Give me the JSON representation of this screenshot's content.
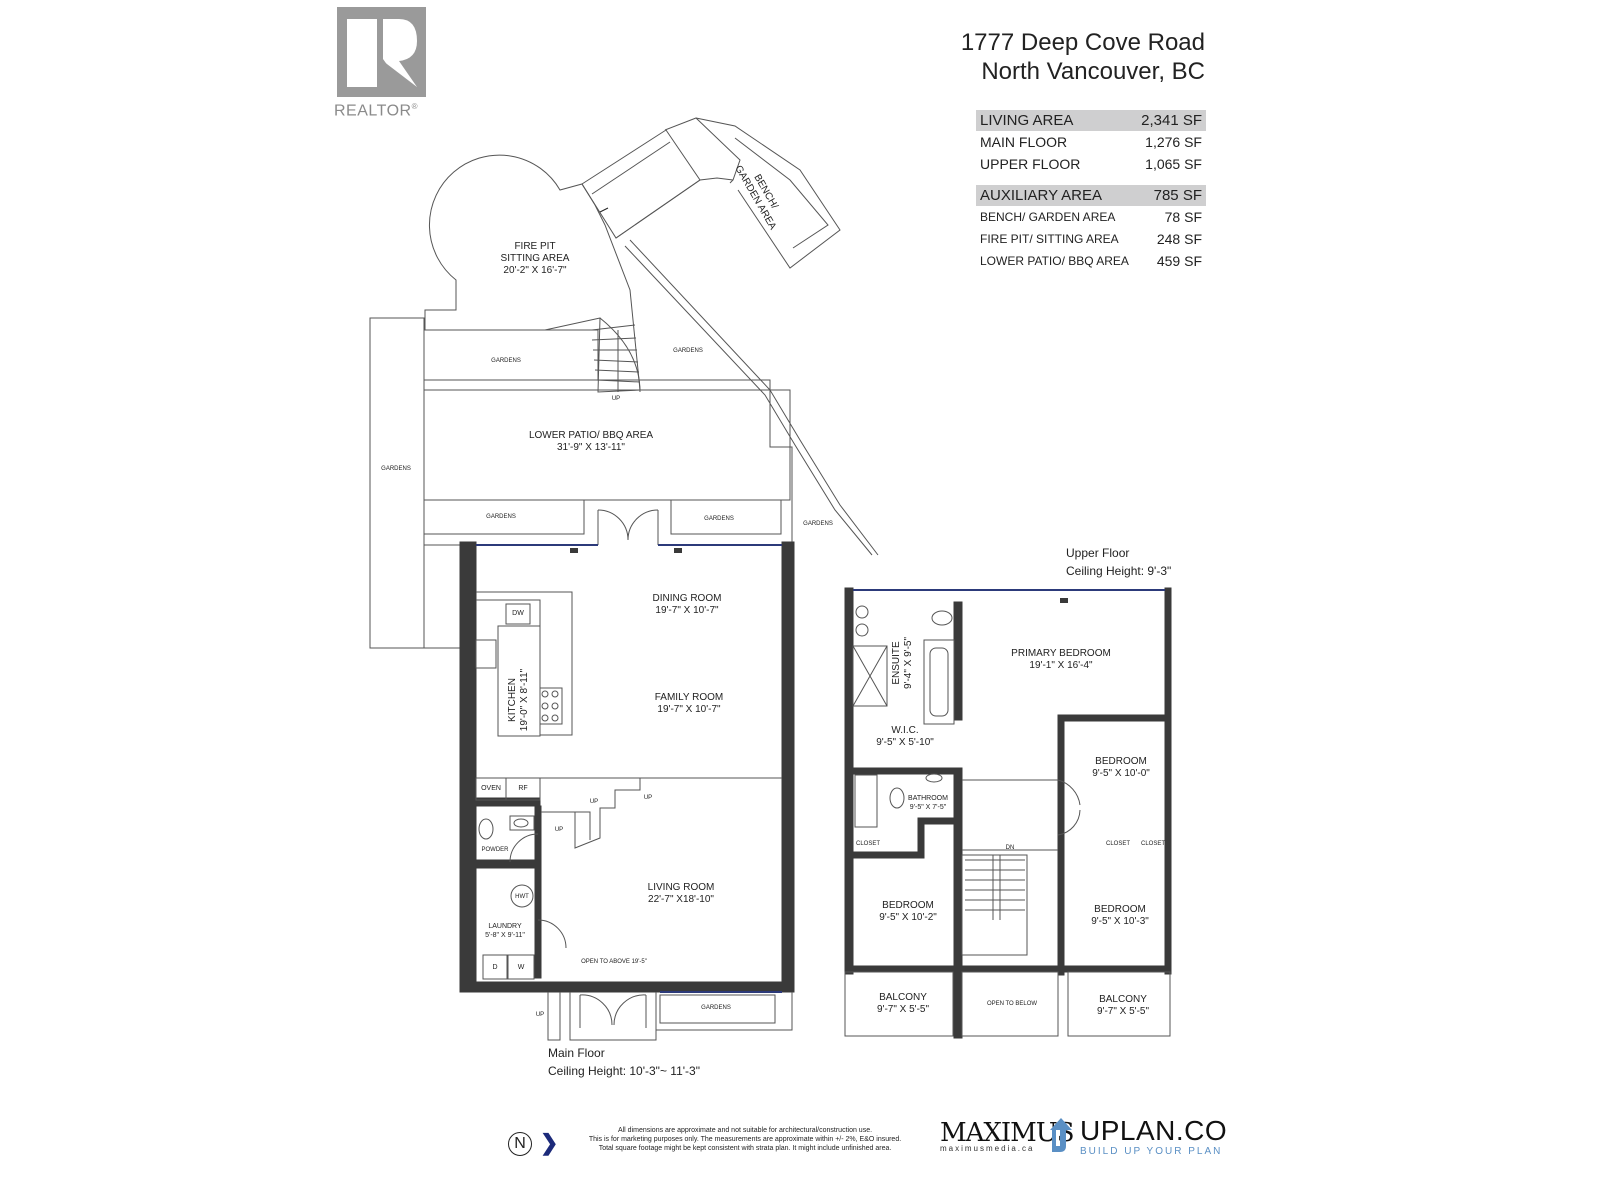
{
  "header": {
    "address_line1": "1777 Deep Cove Road",
    "address_line2": "North Vancouver, BC",
    "logo": {
      "icon": "realtor-r-icon",
      "text": "REALTOR",
      "mark": "®"
    }
  },
  "area_summary": {
    "living": {
      "label": "LIVING AREA",
      "value": "2,341 SF",
      "rows": [
        {
          "label": "MAIN FLOOR",
          "value": "1,276 SF"
        },
        {
          "label": "UPPER FLOOR",
          "value": "1,065 SF"
        }
      ]
    },
    "auxiliary": {
      "label": "AUXILIARY AREA",
      "value": "785 SF",
      "rows": [
        {
          "label": "BENCH/ GARDEN AREA",
          "value": "78 SF"
        },
        {
          "label": "FIRE PIT/ SITTING AREA",
          "value": "248 SF"
        },
        {
          "label": "LOWER PATIO/ BBQ AREA",
          "value": "459 SF"
        }
      ]
    }
  },
  "exterior": {
    "fire_pit": {
      "name": "FIRE PIT",
      "name2": "SITTING AREA",
      "dim": "20'-2\" X 16'-7\""
    },
    "bench": {
      "name": "BENCH/",
      "name2": "GARDEN AREA"
    },
    "lower_patio": {
      "name": "LOWER PATIO/ BBQ AREA",
      "dim": "31'-9\" X 13'-11\""
    },
    "gardens_label": "GARDENS",
    "up_label": "UP"
  },
  "main_floor": {
    "title": "Main Floor",
    "ceiling": "Ceiling Height: 10'-3\"~ 11'-3\"",
    "rooms": {
      "dining": {
        "name": "DINING ROOM",
        "dim": "19'-7\" X 10'-7\""
      },
      "family": {
        "name": "FAMILY ROOM",
        "dim": "19'-7\" X 10'-7\""
      },
      "kitchen": {
        "name": "KITCHEN",
        "dim": "19'-0\" X 8'-11\""
      },
      "living": {
        "name": "LIVING ROOM",
        "dim": "22'-7\" X18'-10\""
      },
      "laundry": {
        "name": "LAUNDRY",
        "dim": "5'-8\" X 9'-11\""
      },
      "powder": {
        "name": "POWDER"
      }
    },
    "fixtures": {
      "dw": "DW",
      "oven": "OVEN",
      "rf": "RF",
      "hwt": "HWT",
      "dryer": "D",
      "washer": "W"
    },
    "open_above": "OPEN TO ABOVE 19'-5\"",
    "up_label": "UP"
  },
  "upper_floor": {
    "title": "Upper Floor",
    "ceiling": "Ceiling Height: 9'-3\"",
    "rooms": {
      "primary": {
        "name": "PRIMARY BEDROOM",
        "dim": "19'-1\" X 16'-4\""
      },
      "ensuite": {
        "name": "ENSUITE",
        "dim": "9'-4\" X 9'-5\""
      },
      "wic": {
        "name": "W.I.C.",
        "dim": "9'-5\" X 5'-10\""
      },
      "bathroom": {
        "name": "BATHROOM",
        "dim": "9'-5\" X 7'-5\""
      },
      "bedroom_ne": {
        "name": "BEDROOM",
        "dim": "9'-5\" X 10'-0\""
      },
      "bedroom_sw": {
        "name": "BEDROOM",
        "dim": "9'-5\" X 10'-2\""
      },
      "bedroom_se": {
        "name": "BEDROOM",
        "dim": "9'-5\" X 10'-3\""
      },
      "balcony_w": {
        "name": "BALCONY",
        "dim": "9'-7\" X 5'-5\""
      },
      "balcony_e": {
        "name": "BALCONY",
        "dim": "9'-7\" X 5'-5\""
      }
    },
    "closet": "CLOSET",
    "open_below": "OPEN TO BELOW",
    "dn_label": "DN"
  },
  "footer": {
    "north": "N",
    "disclaimer": [
      "All dimensions are approximate and not suitable for architectural/construction use.",
      "This is for marketing purposes only. The measurements are approximate within +/- 2%, E&O insured.",
      "Total square footage might be kept consistent with strata plan. It might include unfinished area."
    ],
    "maximus": {
      "name": "MAXIMUS",
      "url": "maximusmedia.ca"
    },
    "uplan": {
      "name": "UPLAN.CO",
      "tagline": "BUILD UP YOUR PLAN"
    }
  },
  "colors": {
    "wall": "#3a3a3a",
    "line": "#555555",
    "window": "#2c3a7a",
    "header_band": "#cfcfd0",
    "logo_gray": "#9a9a9a",
    "uplan_blue": "#5a8fc4"
  }
}
